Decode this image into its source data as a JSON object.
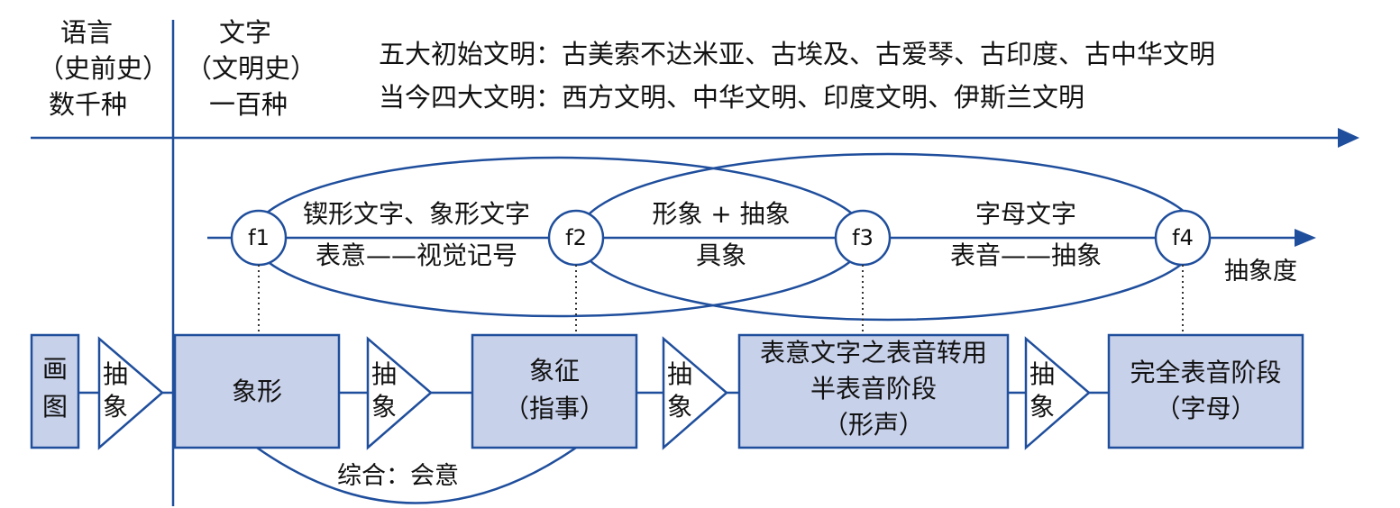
{
  "header": {
    "col1": [
      "语言",
      "（史前史）",
      "数千种"
    ],
    "col2": [
      "文字",
      "（文明史）",
      "一百种"
    ],
    "civ_line1": "五大初始文明：古美索不达米亚、古埃及、古爱琴、古印度、古中华文明",
    "civ_line2": "当今四大文明：西方文明、中华文明、印度文明、伊斯兰文明"
  },
  "axis": {
    "nodes": [
      "f1",
      "f2",
      "f3",
      "f4"
    ],
    "label": "抽象度"
  },
  "ellipses": {
    "left_top": "锲形文字、象形文字",
    "left_bottom": "表意——视觉记号",
    "middle_top": "形象 + 抽象",
    "middle_bottom": "具象",
    "right_top": "字母文字",
    "right_bottom": "表音——抽象"
  },
  "flow": {
    "start_box": [
      "画",
      "图"
    ],
    "abstraction_label": [
      "抽",
      "象"
    ],
    "stage1": "象形",
    "stage2": [
      "象征",
      "（指事）"
    ],
    "stage3": [
      "表意文字之表音转用",
      "半表音阶段",
      "（形声）"
    ],
    "stage4": [
      "完全表音阶段",
      "（字母）"
    ],
    "synthesis": "综合：会意"
  },
  "colors": {
    "line": "#1f4e9c",
    "box_fill": "#c8d1ea",
    "box_stroke": "#1f4e9c"
  }
}
